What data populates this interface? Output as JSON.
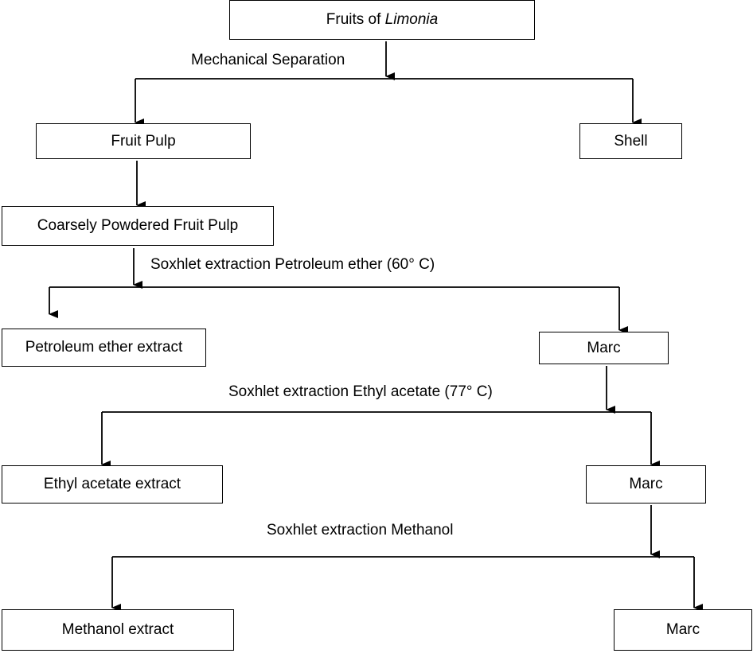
{
  "nodes": {
    "fruits": {
      "prefix": "Fruits of ",
      "species": "Limonia"
    },
    "fruit_pulp": "Fruit Pulp",
    "shell": "Shell",
    "powdered_pulp": "Coarsely Powdered Fruit Pulp",
    "pet_ether_extract": "Petroleum ether extract",
    "marc1": "Marc",
    "ethyl_acetate_extract": "Ethyl acetate extract",
    "marc2": "Marc",
    "methanol_extract": "Methanol extract",
    "marc3": "Marc"
  },
  "steps": {
    "mechanical": "Mechanical Separation",
    "soxhlet_pet": "Soxhlet extraction Petroleum ether (60° C)",
    "soxhlet_ethyl": "Soxhlet extraction Ethyl acetate (77° C)",
    "soxhlet_methanol": "Soxhlet extraction Methanol"
  }
}
